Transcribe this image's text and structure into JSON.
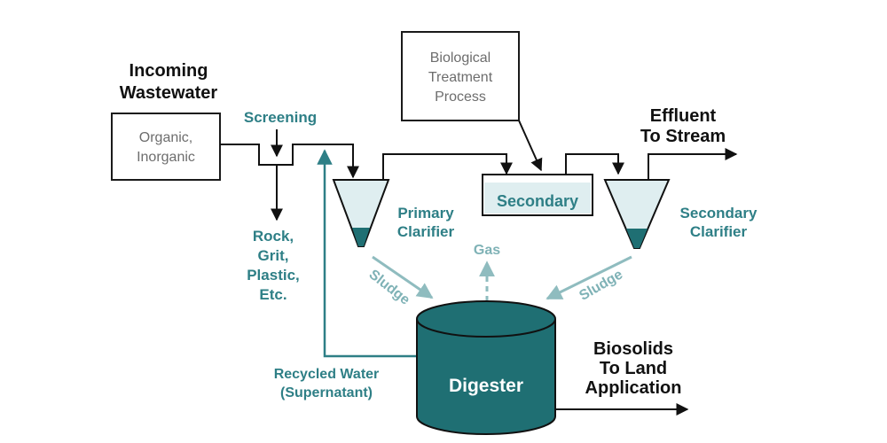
{
  "incoming": {
    "line1": "Incoming",
    "line2": "Wastewater"
  },
  "source_box": {
    "line1": "Organic,",
    "line2": "Inorganic"
  },
  "screening": "Screening",
  "removed": {
    "line1": "Rock,",
    "line2": "Grit,",
    "line3": "Plastic,",
    "line4": "Etc."
  },
  "bio_box": {
    "line1": "Biological",
    "line2": "Treatment",
    "line3": "Process"
  },
  "effluent": {
    "line1": "Effluent",
    "line2": "To Stream"
  },
  "secondary_tank": "Secondary",
  "primary_clarifier": {
    "line1": "Primary",
    "line2": "Clarifier"
  },
  "secondary_clarifier": {
    "line1": "Secondary",
    "line2": "Clarifier"
  },
  "gas": "Gas",
  "sludge_left": "Sludge",
  "sludge_right": "Sludge",
  "digester": "Digester",
  "recycled": {
    "line1": "Recycled Water",
    "line2": "(Supernatant)"
  },
  "biosolids": {
    "line1": "Biosolids",
    "line2": "To Land",
    "line3": "Application"
  },
  "colors": {
    "teal": "#1f6f73",
    "light_teal": "#7fb2b6",
    "liquid": "#dfeef0",
    "line": "#111111"
  }
}
